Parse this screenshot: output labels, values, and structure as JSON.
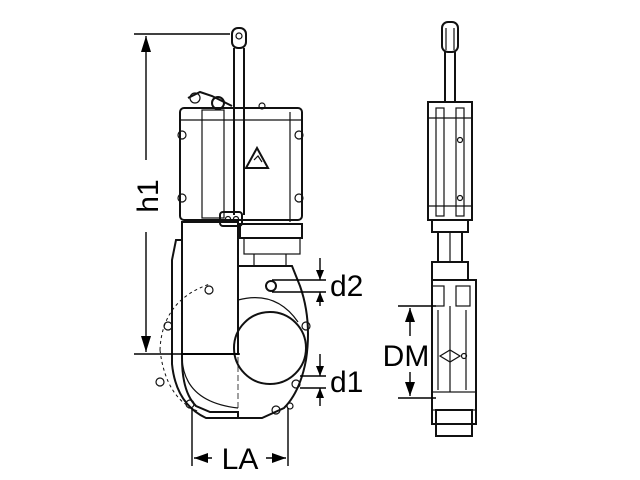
{
  "labels": {
    "h1": "h1",
    "d2": "d2",
    "d1": "d1",
    "dm": "DM",
    "la": "LA"
  }
}
